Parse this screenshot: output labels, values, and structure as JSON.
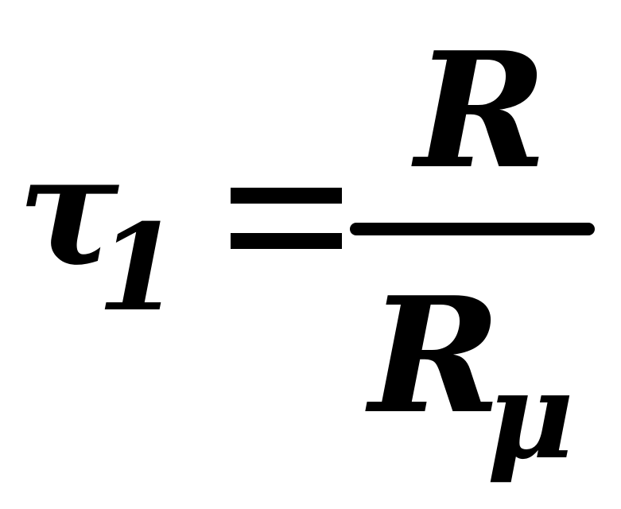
{
  "formula": {
    "lhs_symbol": "τ",
    "lhs_subscript": "1",
    "operator": "=",
    "numerator": "R",
    "denominator_symbol": "R",
    "denominator_subscript": "μ"
  }
}
